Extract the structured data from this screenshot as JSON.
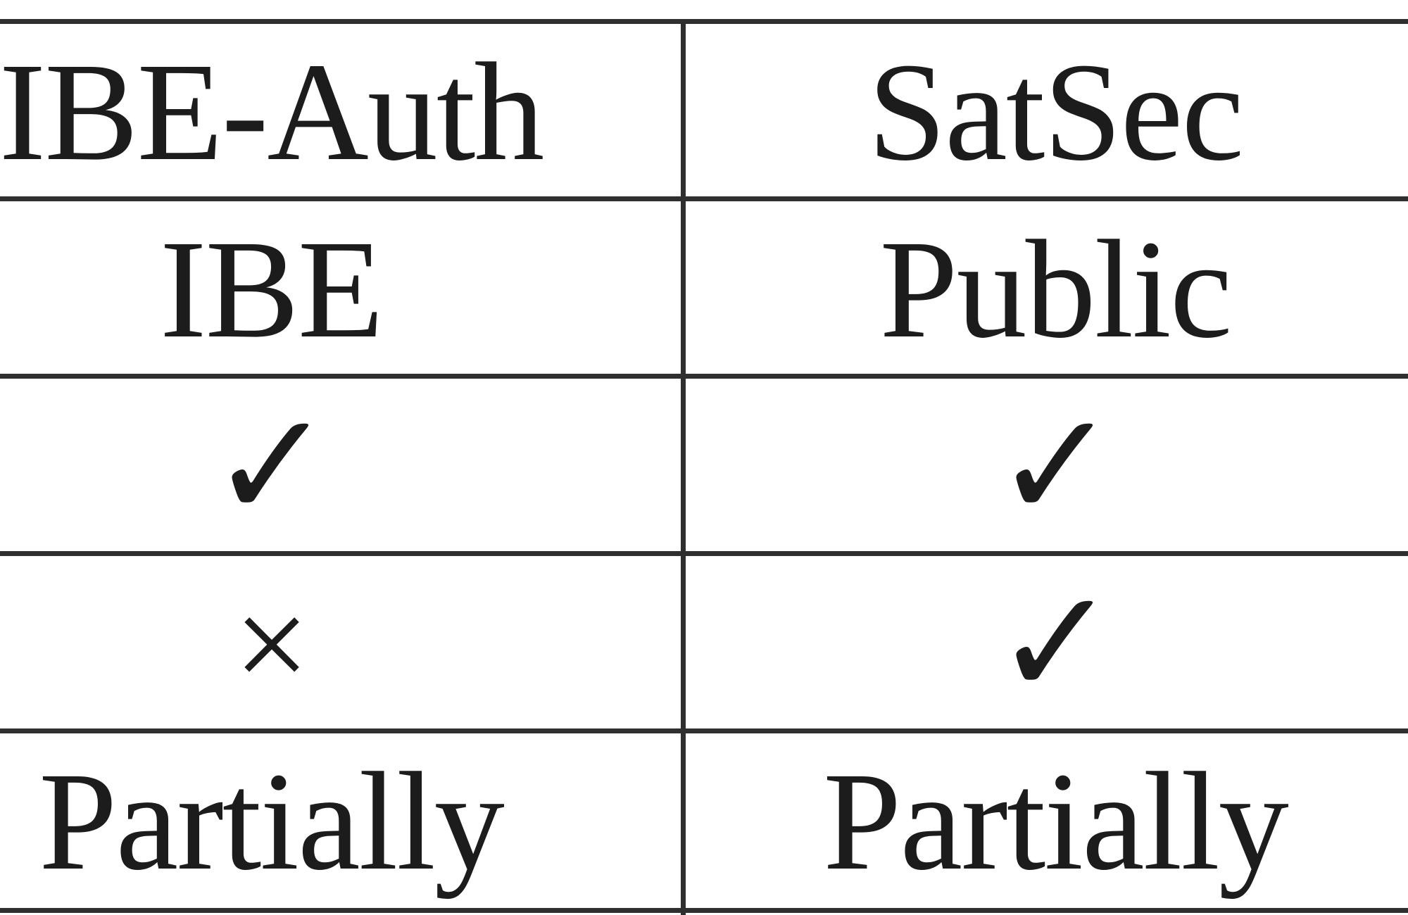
{
  "table": {
    "rows": [
      [
        "IBE-Auth",
        "SatSec"
      ],
      [
        "IBE",
        "Public"
      ],
      [
        "✓",
        "✓"
      ],
      [
        "×",
        "✓"
      ],
      [
        "Partially",
        "Partially"
      ]
    ]
  }
}
